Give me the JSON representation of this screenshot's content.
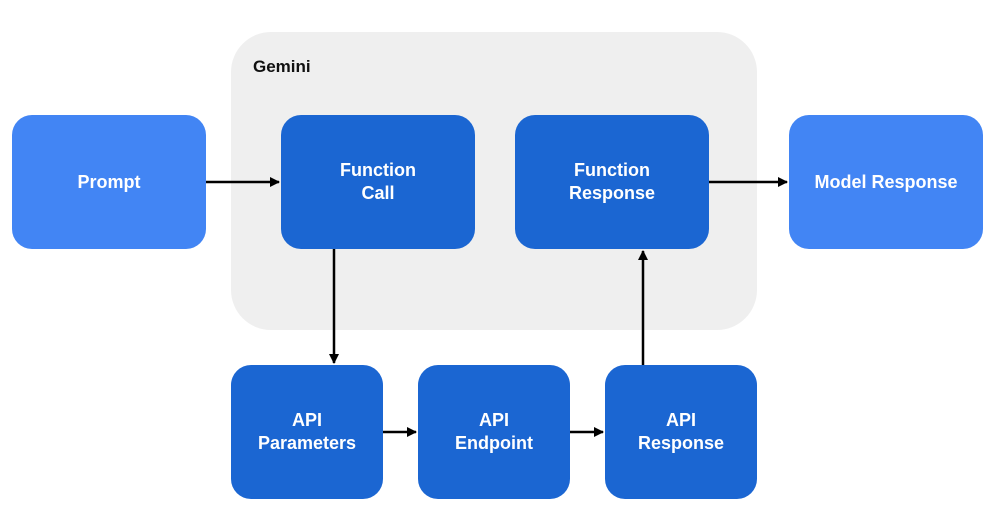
{
  "group": {
    "label": "Gemini"
  },
  "nodes": {
    "prompt": "Prompt",
    "function_call": "Function\nCall",
    "function_response": "Function\nResponse",
    "model_response": "Model Response",
    "api_parameters": "API\nParameters",
    "api_endpoint": "API\nEndpoint",
    "api_response": "API\nResponse"
  },
  "edges": [
    {
      "from": "prompt",
      "to": "function_call"
    },
    {
      "from": "function_call",
      "to": "api_parameters"
    },
    {
      "from": "api_parameters",
      "to": "api_endpoint"
    },
    {
      "from": "api_endpoint",
      "to": "api_response"
    },
    {
      "from": "api_response",
      "to": "function_response"
    },
    {
      "from": "function_response",
      "to": "model_response"
    }
  ],
  "colors": {
    "group_background": "#efefef",
    "node_light": "#4285f4",
    "node_dark": "#1b66d2",
    "arrow": "#000000",
    "node_text": "#ffffff"
  }
}
